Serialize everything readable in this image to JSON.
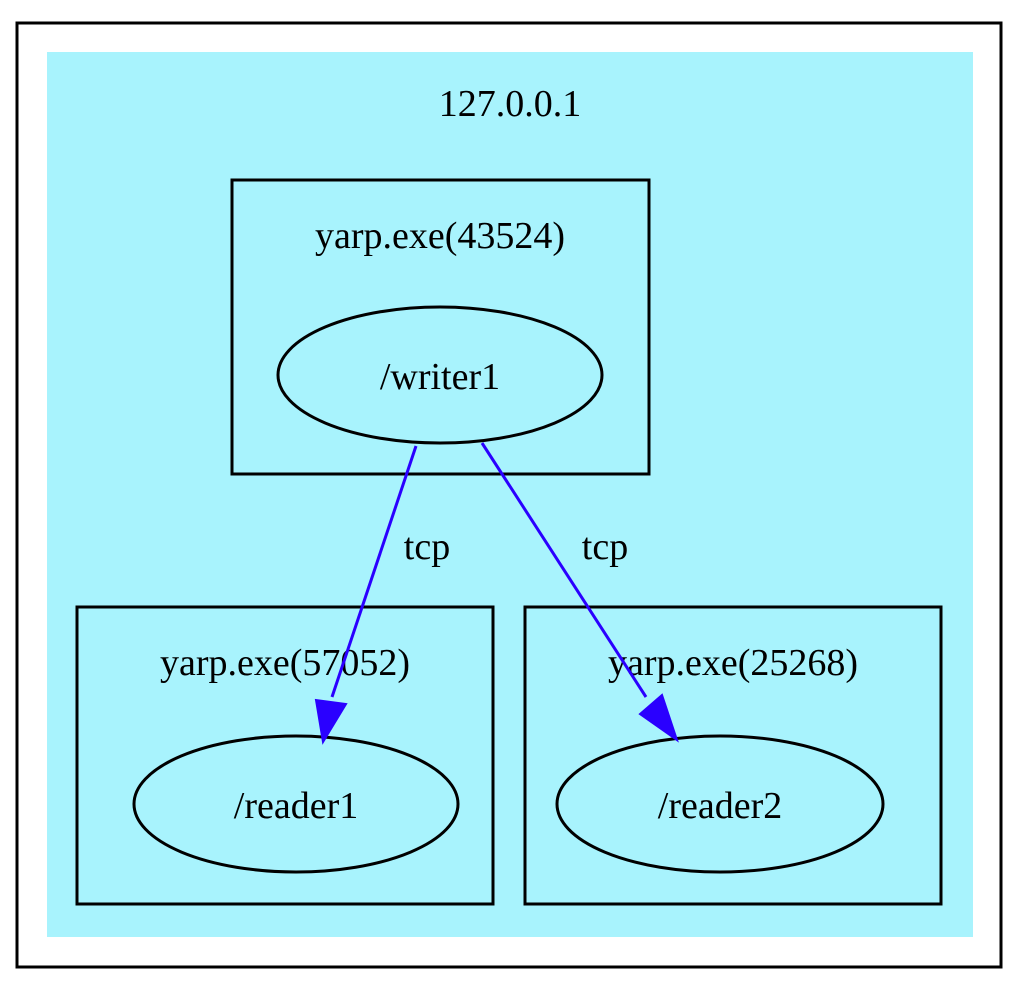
{
  "diagram": {
    "host_label": "127.0.0.1",
    "processes": [
      {
        "label": "yarp.exe(43524)"
      },
      {
        "label": "yarp.exe(57052)"
      },
      {
        "label": "yarp.exe(25268)"
      }
    ],
    "nodes": [
      {
        "label": "/writer1"
      },
      {
        "label": "/reader1"
      },
      {
        "label": "/reader2"
      }
    ],
    "edges": [
      {
        "from": "/writer1",
        "to": "/reader1",
        "label": "tcp"
      },
      {
        "from": "/writer1",
        "to": "/reader2",
        "label": "tcp"
      }
    ]
  },
  "colors": {
    "cluster_fill": "#a8f3fd",
    "edge": "#2a00ff",
    "stroke": "#000000",
    "background": "#ffffff"
  }
}
